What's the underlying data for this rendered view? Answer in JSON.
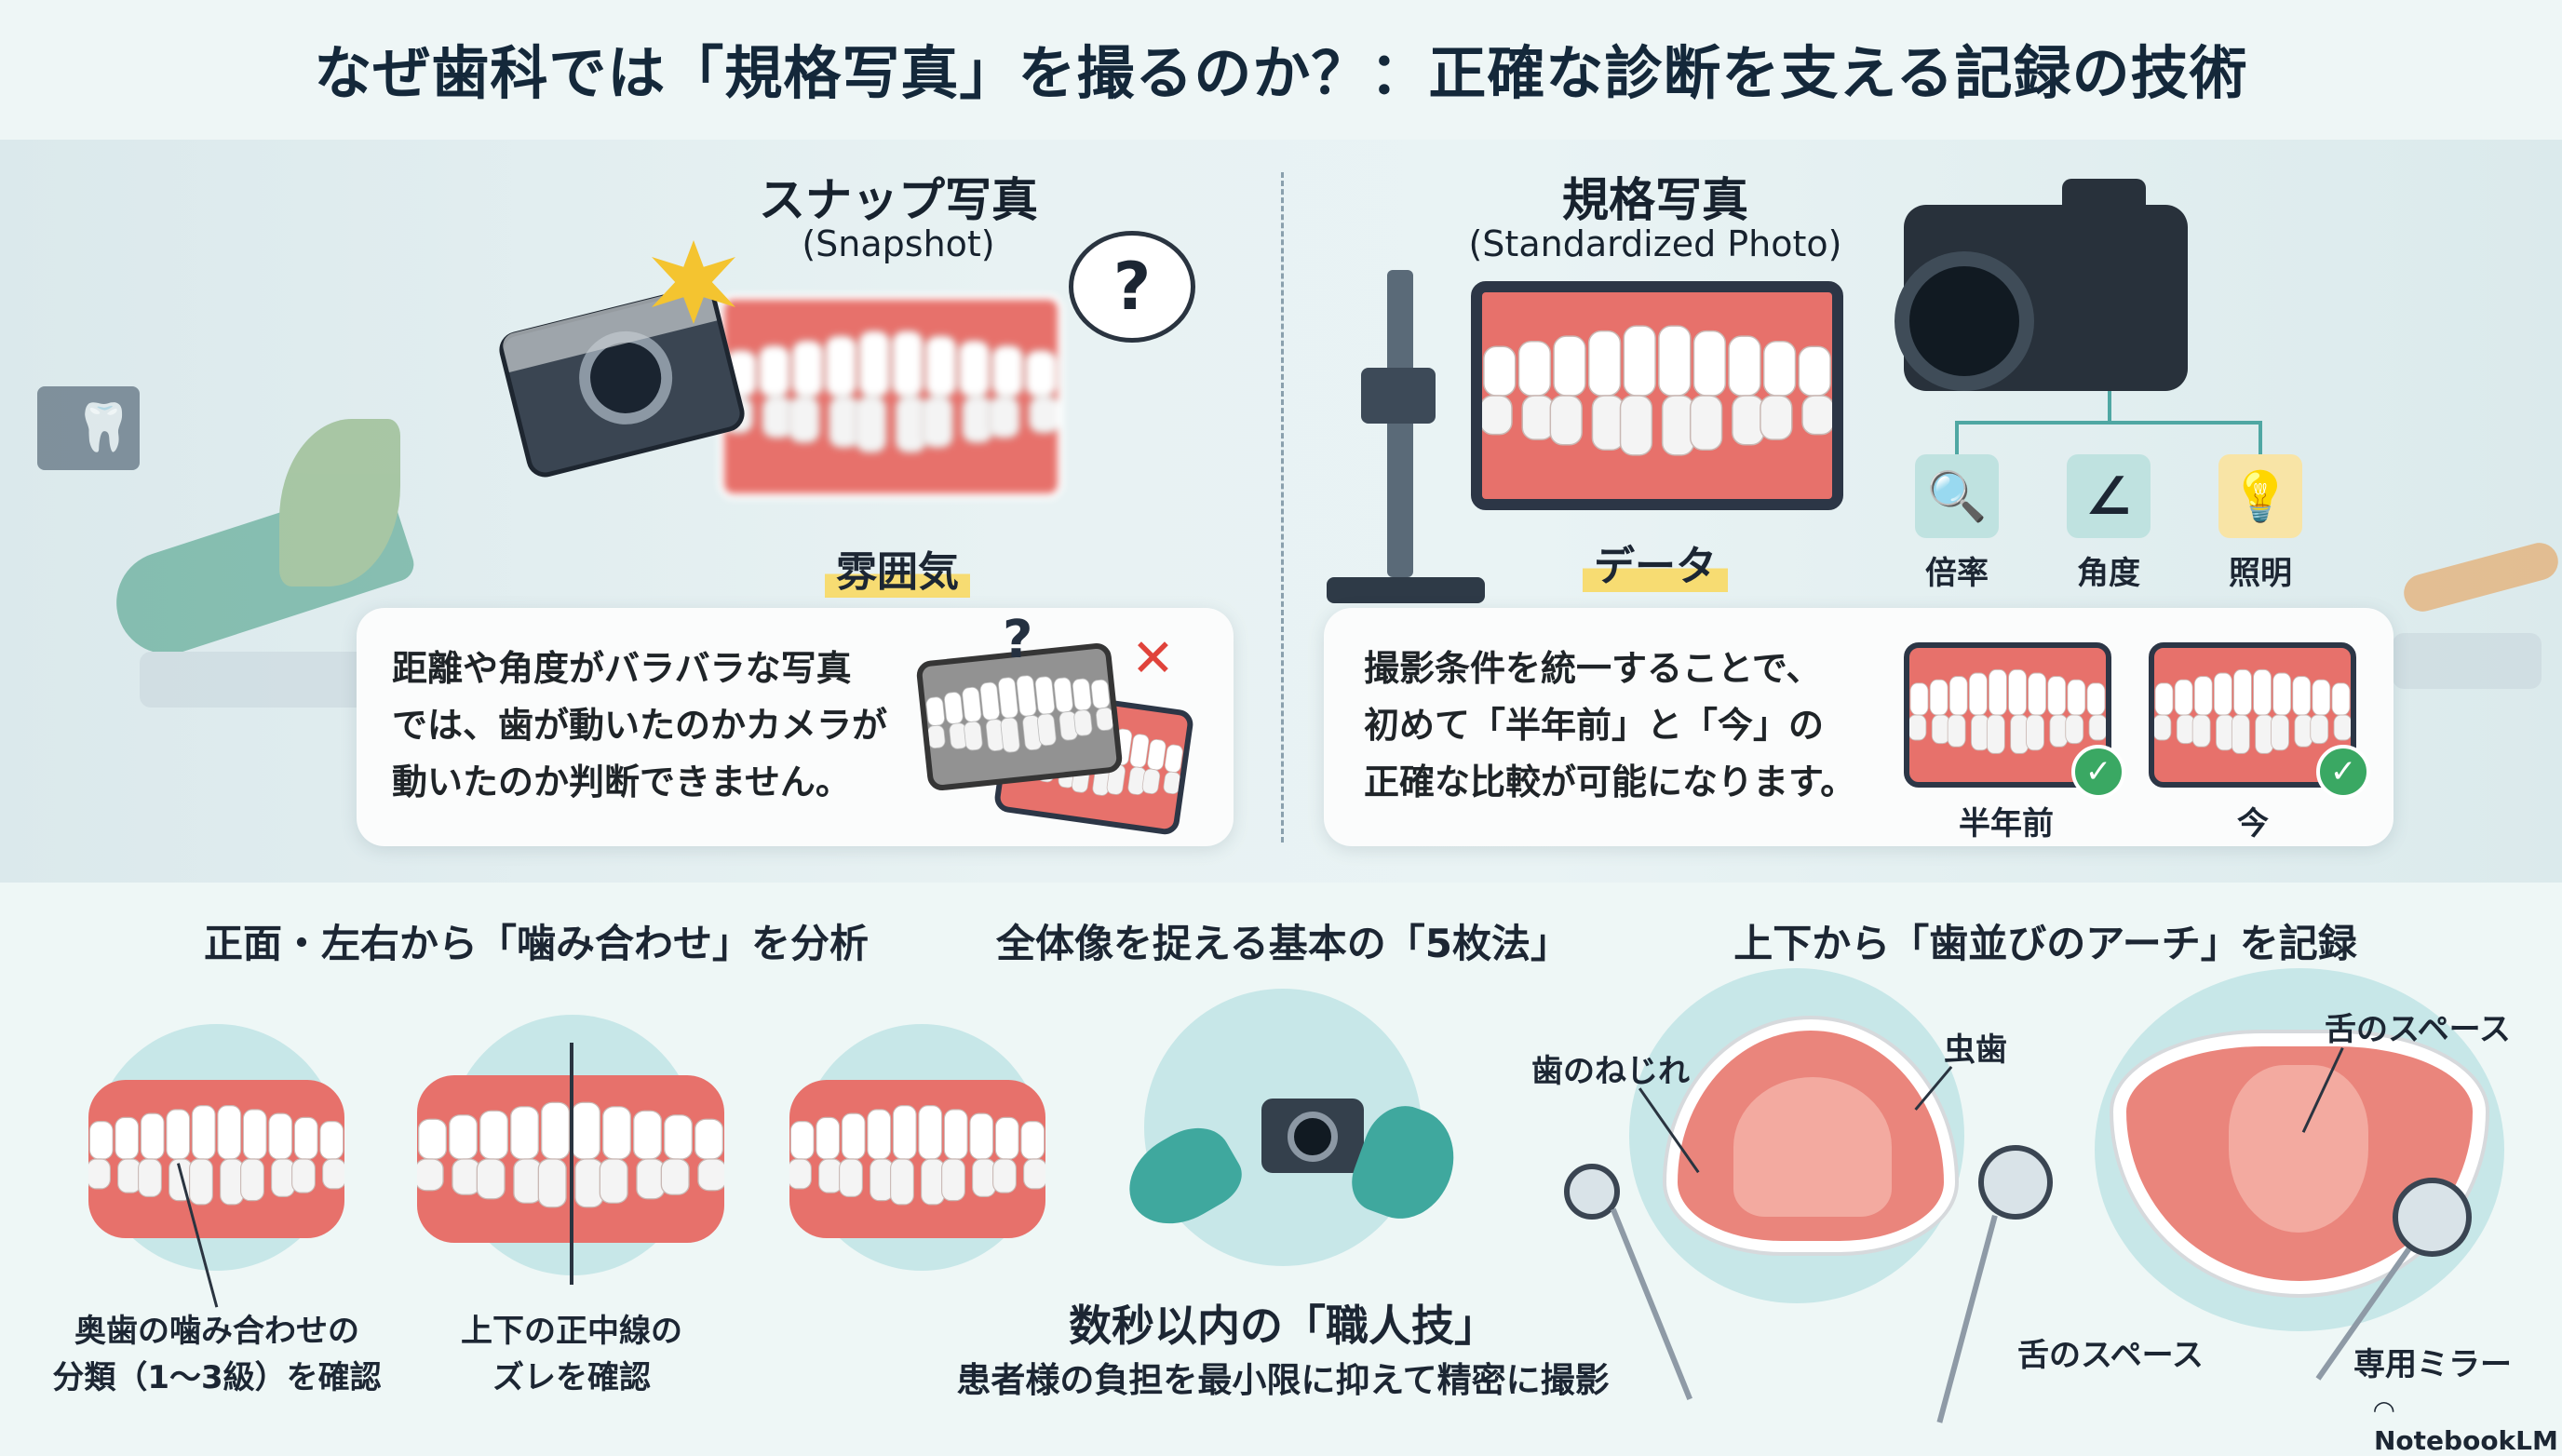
{
  "title": "なぜ歯科では「規格写真」を撮るのか？：正確な診断を支える記録の技術",
  "snapshot": {
    "heading": "スナップ写真",
    "subheading": "(Snapshot)",
    "tag": "雰囲気",
    "description": [
      "距離や角度がバラバラな写真",
      "では、歯が動いたのかカメラが",
      "動いたのか判断できません。"
    ],
    "question_mark": "?",
    "cross_mark": "✕"
  },
  "standardized": {
    "heading": "規格写真",
    "subheading": "(Standardized Photo)",
    "tag": "データ",
    "factors": [
      {
        "label": "倍率",
        "icon": "magnifier-icon"
      },
      {
        "label": "角度",
        "icon": "angle-icon"
      },
      {
        "label": "照明",
        "icon": "lightbulb-icon"
      }
    ],
    "description": [
      "撮影条件を統一することで、",
      "初めて「半年前」と「今」の",
      "正確な比較が可能になります。"
    ],
    "comparison": [
      {
        "label": "半年前",
        "check": "✓"
      },
      {
        "label": "今",
        "check": "✓"
      }
    ]
  },
  "bottom": {
    "occlusion": {
      "heading": "正面・左右から「噛み合わせ」を分析",
      "caption_left": [
        "奥歯の噛み合わせの",
        "分類（1〜3級）を確認"
      ],
      "caption_center": [
        "上下の正中線の",
        "ズレを確認"
      ]
    },
    "five_photo": {
      "heading": "全体像を捉える基本の「5枚法」",
      "skill_title": "数秒以内の「職人技」",
      "skill_desc": "患者様の負担を最小限に抑えて精密に撮影"
    },
    "arch": {
      "heading": "上下から「歯並びのアーチ」を記録",
      "labels": {
        "twist": "歯のねじれ",
        "cavity": "虫歯",
        "tongue_space_top": "舌のスペース",
        "tongue_space_bottom": "舌のスペース",
        "mirror": "専用ミラー"
      }
    }
  },
  "watermark": "NotebookLM",
  "colors": {
    "title": "#14283a",
    "accent_teal": "#bfe2e0",
    "gum": "#e7716b",
    "check": "#3aa863",
    "highlight": "#f7dc72"
  }
}
